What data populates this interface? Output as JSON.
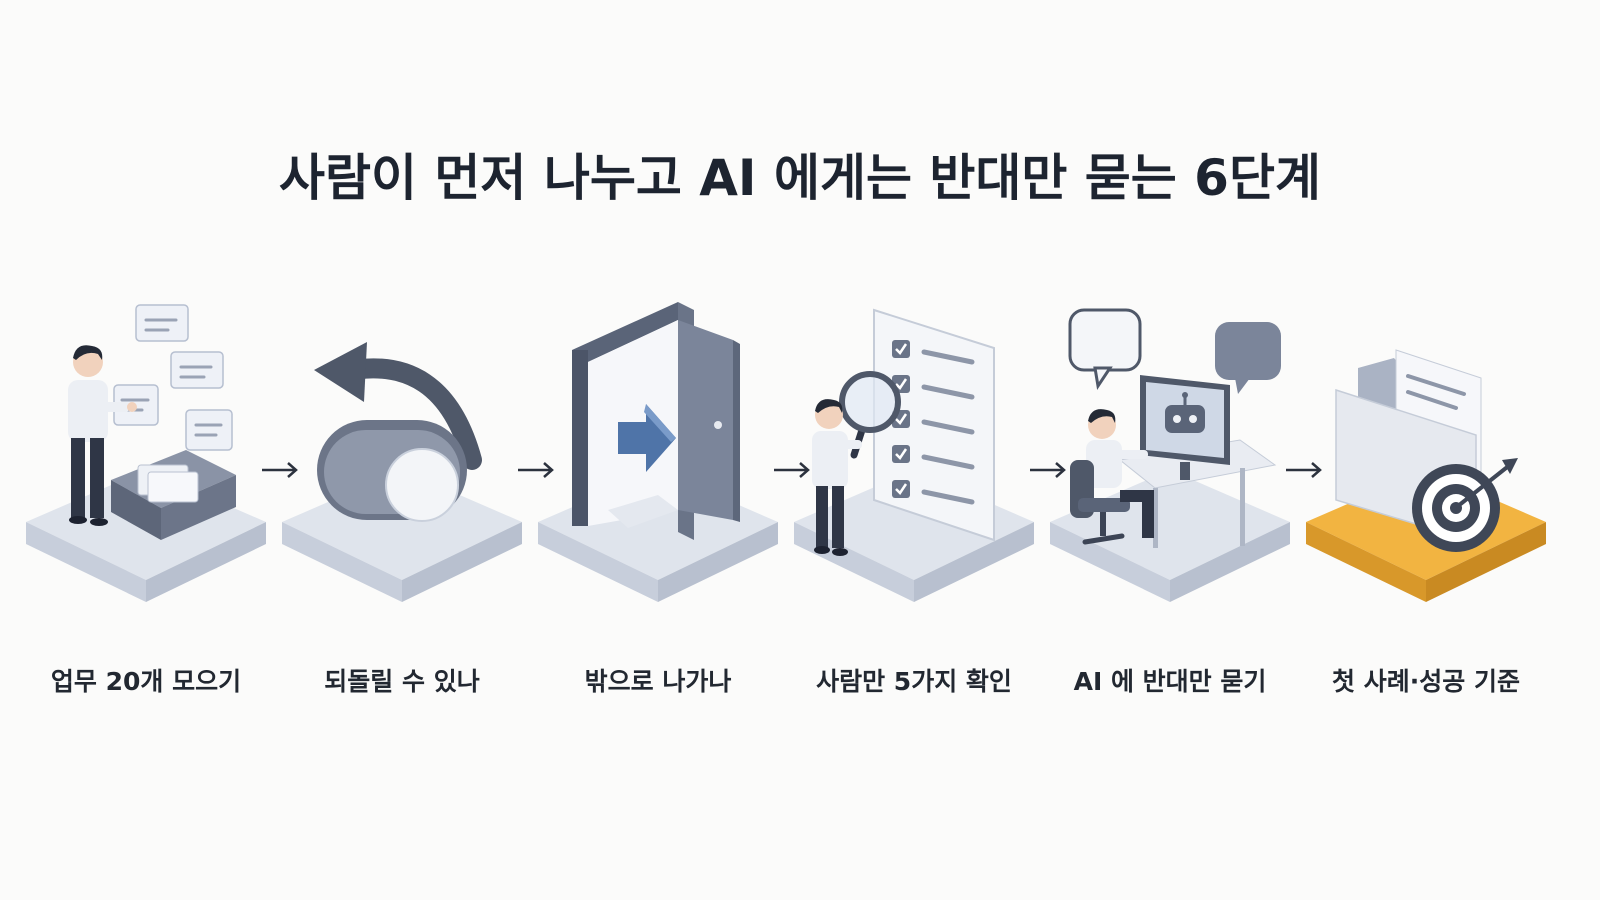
{
  "title": "사람이 먼저 나누고 AI 에게는 반대만 묻는 6단계",
  "steps": [
    {
      "label": "업무 20개 모으기",
      "icon": "inbox-collect-icon"
    },
    {
      "label": "되돌릴 수 있나",
      "icon": "undo-toggle-icon"
    },
    {
      "label": "밖으로 나가나",
      "icon": "exit-door-icon"
    },
    {
      "label": "사람만 5가지 확인",
      "icon": "checklist-inspect-icon"
    },
    {
      "label": "AI 에 반대만 묻기",
      "icon": "ai-chat-icon"
    },
    {
      "label": "첫 사례·성공 기준",
      "icon": "folder-target-icon"
    }
  ],
  "colors": {
    "platform": "#dfe4ec",
    "platform_side": "#c4cbd8",
    "accent_blue": "#4f74a8",
    "slate": "#5a6478",
    "gold": "#f2b441",
    "text": "#1d2430"
  }
}
